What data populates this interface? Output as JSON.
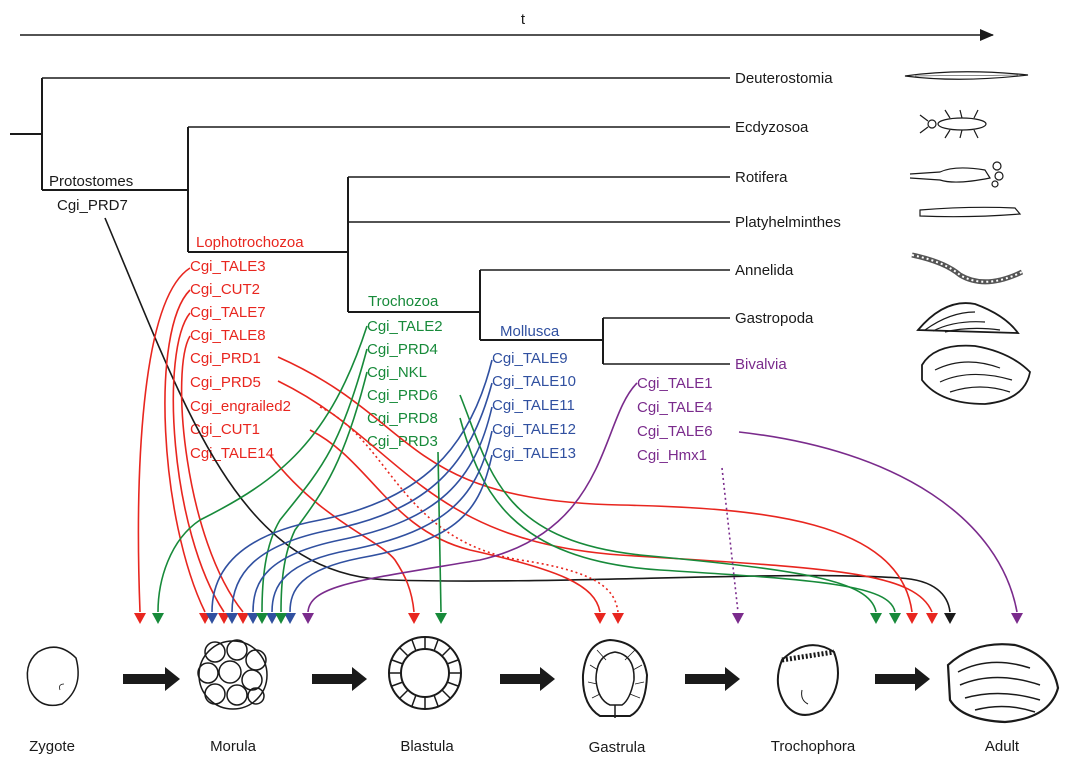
{
  "time_axis": {
    "label": "t"
  },
  "clades": {
    "deuterostomia": "Deuterostomia",
    "ecdyzosoa": "Ecdyzosoa",
    "rotifera": "Rotifera",
    "platyhelminthes": "Platyhelminthes",
    "annelida": "Annelida",
    "gastropoda": "Gastropoda",
    "bivalvia": "Bivalvia"
  },
  "nodes": {
    "protostomes": {
      "label": "Protostomes",
      "genes": [
        "Cgi_PRD7"
      ]
    },
    "lophotrochozoa": {
      "label": "Lophotrochozoa",
      "genes": [
        "Cgi_TALE3",
        "Cgi_CUT2",
        "Cgi_TALE7",
        "Cgi_TALE8",
        "Cgi_PRD1",
        "Cgi_PRD5",
        "Cgi_engrailed2",
        "Cgi_CUT1",
        "Cgi_TALE14"
      ]
    },
    "trochozoa": {
      "label": "Trochozoa",
      "genes": [
        "Cgi_TALE2",
        "Cgi_PRD4",
        "Cgi_NKL",
        "Cgi_PRD6",
        "Cgi_PRD8",
        "Cgi_PRD3"
      ]
    },
    "mollusca": {
      "label": "Mollusca",
      "genes": [
        "Cgi_TALE9",
        "Cgi_TALE10",
        "Cgi_TALE11",
        "Cgi_TALE12",
        "Cgi_TALE13"
      ]
    },
    "bivalvia": {
      "label": "",
      "genes": [
        "Cgi_TALE1",
        "Cgi_TALE4",
        "Cgi_TALE6",
        "Cgi_Hmx1"
      ]
    }
  },
  "stages": [
    "Zygote",
    "Morula",
    "Blastula",
    "Gastrula",
    "Trochophora",
    "Adult"
  ],
  "colors": {
    "black": "#1a1a1a",
    "lophotrochozoa": "#e8261f",
    "trochozoa": "#178a3a",
    "mollusca": "#3050a0",
    "bivalvia": "#7a2b8c"
  }
}
